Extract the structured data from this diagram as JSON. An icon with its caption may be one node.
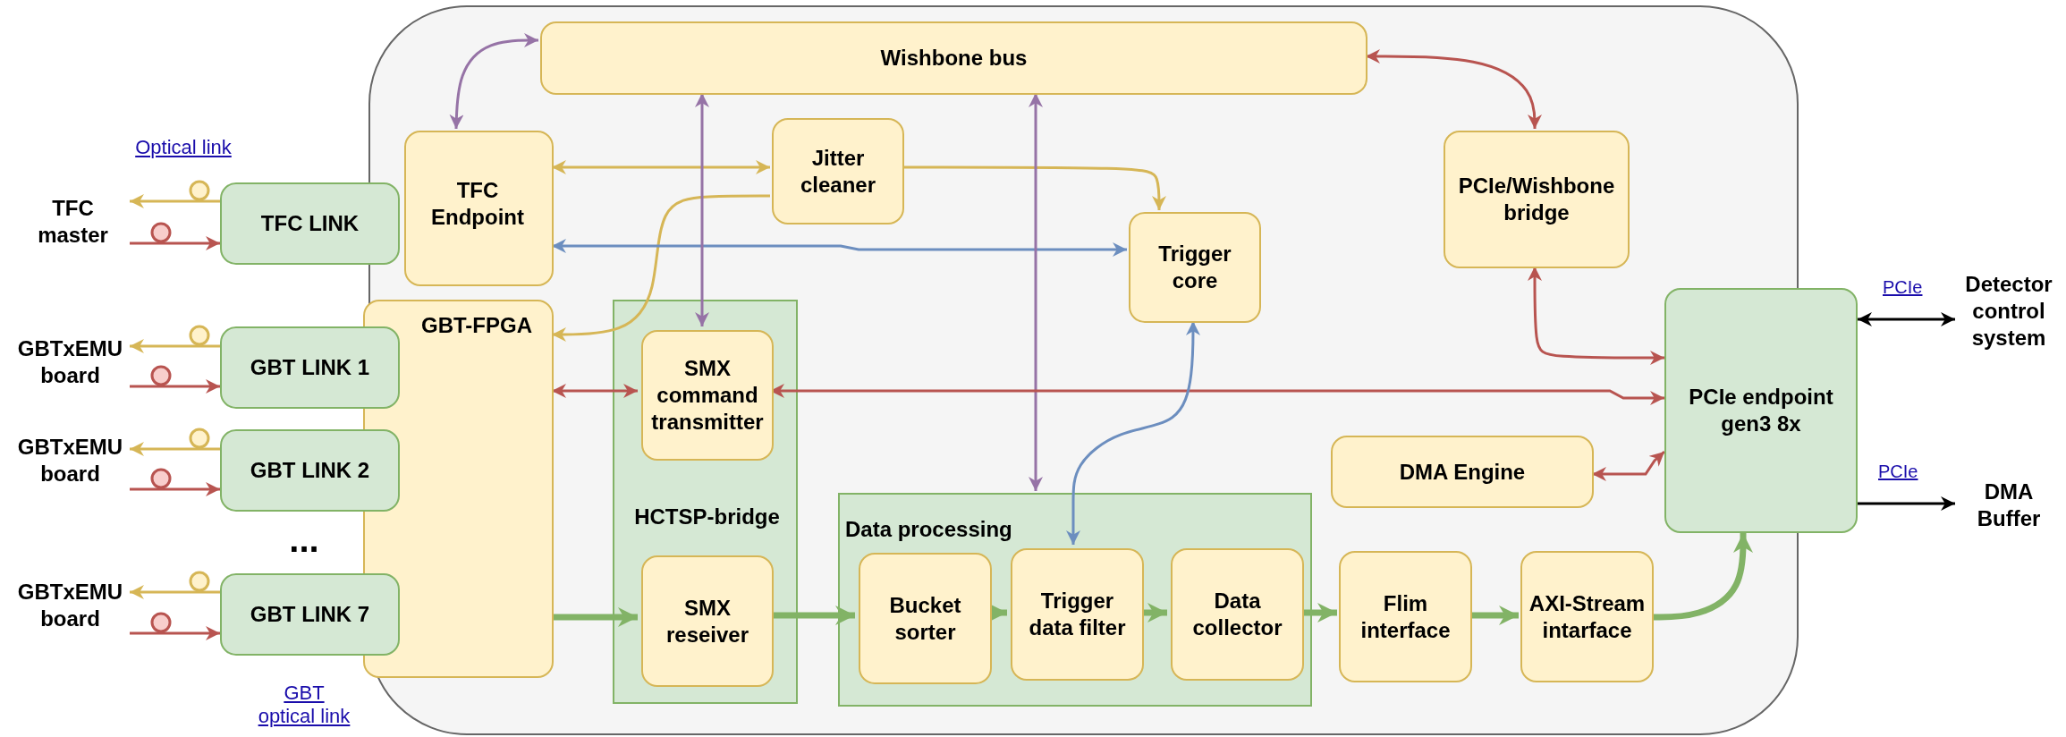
{
  "diagram": {
    "nodes": [
      {
        "text": [],
        "shape": "box"
      },
      {
        "text": [
          "TFC master"
        ]
      },
      {
        "text": [
          "TFC LINK"
        ]
      },
      {
        "text": [
          "TFC Endpoint"
        ],
        "in": 0
      },
      {
        "text": [
          "Wishbone bus"
        ],
        "in": 0
      },
      {
        "text": [
          "Jitter cleaner"
        ],
        "in": 0
      },
      {
        "text": [
          "Trigger core"
        ],
        "in": 0
      },
      {
        "text": [
          "PCIe/Wishbone bridge"
        ],
        "in": 0
      },
      {
        "text": [
          "GBT-FPGA"
        ],
        "in": 0
      },
      {
        "text": [
          "GBTxEMU board"
        ]
      },
      {
        "text": [
          "GBT LINK 1"
        ]
      },
      {
        "text": [
          "GBTxEMU board"
        ]
      },
      {
        "text": [
          "GBT LINK 2"
        ]
      },
      {
        "text": [
          "GBTxEMU board"
        ]
      },
      {
        "text": [
          "GBT LINK 7"
        ]
      },
      {
        "text": [
          "HCTSP-bridge"
        ],
        "in": 0
      },
      {
        "text": [
          "SMX command transmitter"
        ],
        "in": 15
      },
      {
        "text": [
          "SMX reseiver"
        ],
        "in": 15
      },
      {
        "text": [
          "Data processing"
        ],
        "in": 0
      },
      {
        "text": [
          "Bucket sorter"
        ],
        "in": 18
      },
      {
        "text": [
          "Trigger data filter"
        ],
        "in": 18
      },
      {
        "text": [
          "Data collector"
        ],
        "in": 18
      },
      {
        "text": [
          "DMA Engine"
        ],
        "in": 0
      },
      {
        "text": [
          "Flim interface"
        ],
        "in": 0
      },
      {
        "text": [
          "AXI-Stream intarface"
        ],
        "in": 0
      },
      {
        "text": [
          "PCIe endpoint gen3 8x"
        ]
      },
      {
        "text": [
          "Detector control system"
        ]
      },
      {
        "text": [
          "DMA Buffer"
        ]
      }
    ],
    "edges": [
      {
        "from": 2,
        "to": 1,
        "arrow": "to",
        "color": "#d6b656"
      },
      {
        "from": 1,
        "to": 2,
        "arrow": "to"
      },
      {
        "from": 10,
        "to": 9,
        "arrow": "to",
        "color": "#d6b656"
      },
      {
        "from": 9,
        "to": 10,
        "arrow": "to"
      },
      {
        "from": 12,
        "to": 11,
        "arrow": "to",
        "color": "#d6b656"
      },
      {
        "from": 11,
        "to": 12,
        "arrow": "to"
      },
      {
        "from": 14,
        "to": 13,
        "arrow": "to",
        "color": "#d6b656"
      },
      {
        "from": 13,
        "to": 14,
        "arrow": "to"
      },
      {
        "from": 4,
        "to": 3,
        "arrow": "both",
        "color": "#9673a6"
      },
      {
        "from": 3,
        "to": 5,
        "arrow": "both",
        "color": "#d6b656"
      },
      {
        "from": 5,
        "to": 8,
        "arrow": "to",
        "color": "#d6b656"
      },
      {
        "from": 5,
        "to": 6,
        "arrow": "to",
        "color": "#d6b656"
      },
      {
        "from": 3,
        "to": 6,
        "arrow": "both",
        "color": "#6c8ebf"
      },
      {
        "from": 4,
        "to": 16,
        "arrow": "both",
        "color": "#9673a6"
      },
      {
        "from": 4,
        "to": 18,
        "arrow": "both",
        "color": "#9673a6"
      },
      {
        "from": 4,
        "to": 7,
        "arrow": "both"
      },
      {
        "from": 7,
        "to": 25,
        "arrow": "both"
      },
      {
        "from": 8,
        "to": 16,
        "arrow": "both"
      },
      {
        "from": 16,
        "to": 25,
        "arrow": "both"
      },
      {
        "from": 6,
        "to": 20,
        "arrow": "both",
        "color": "#6c8ebf"
      },
      {
        "from": 22,
        "to": 25,
        "arrow": "both"
      },
      {
        "from": 25,
        "to": 26,
        "arrow": "both",
        "label": "PCIe",
        "color": "#000000"
      },
      {
        "from": 25,
        "to": 27,
        "arrow": "to",
        "label": "PCIe",
        "color": "#000000"
      },
      {
        "from": 8,
        "to": 17,
        "arrow": "to",
        "style": "thick",
        "color": "#82b366"
      },
      {
        "from": 17,
        "to": 19,
        "arrow": "to",
        "style": "thick",
        "color": "#82b366"
      },
      {
        "from": 19,
        "to": 20,
        "arrow": "to",
        "style": "thick",
        "color": "#82b366"
      },
      {
        "from": 20,
        "to": 21,
        "arrow": "to",
        "style": "thick",
        "color": "#82b366"
      },
      {
        "from": 21,
        "to": 23,
        "arrow": "to",
        "style": "thick",
        "color": "#82b366"
      },
      {
        "from": 23,
        "to": 24,
        "arrow": "to",
        "style": "thick",
        "color": "#82b366"
      },
      {
        "from": 24,
        "to": 25,
        "arrow": "to",
        "style": "thick",
        "color": "#82b366"
      }
    ],
    "labels": [
      "Optical link",
      "...",
      "GBT optical link"
    ]
  }
}
